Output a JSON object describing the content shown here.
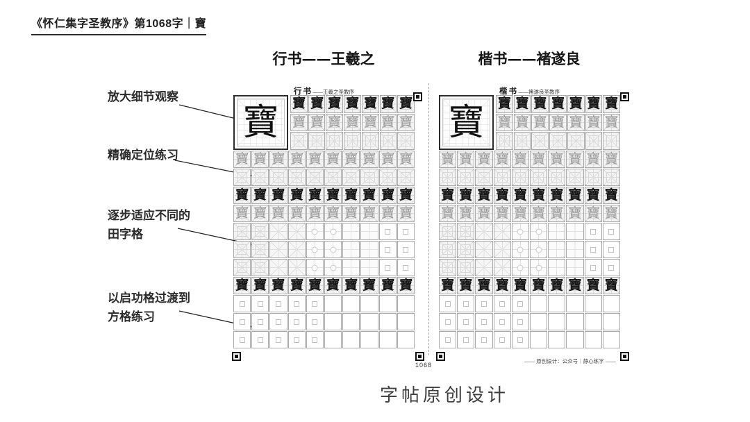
{
  "header": {
    "title": "《怀仁集字圣教序》第1068字｜寶"
  },
  "column_headings": {
    "left": "行书——王羲之",
    "right": "楷书——褚遂良"
  },
  "annotations": {
    "a1": "放大细节观察",
    "a2": "精确定位练习",
    "a3_line1": "逐步适应不同的",
    "a3_line2": "田字格",
    "a4_line1": "以启功格过渡到",
    "a4_line2": "方格练习"
  },
  "character": "寶",
  "sheets": [
    {
      "style_label": "行书",
      "subtitle": "——王羲之圣教序"
    },
    {
      "style_label": "楷书",
      "subtitle": "——褚遂良圣教序"
    }
  ],
  "sheet_spec": {
    "legend": {
      "D": "char-dark",
      "L": "char-light",
      "F": "grid-fine",
      "M": "grid-mi",
      "O": "grid-circle",
      "X": "grid-cross",
      "Q": "grid-qigong",
      "E": "empty"
    },
    "top_rows": [
      "DDDDDDD",
      "LLLLLLL",
      "FFFFFFF"
    ],
    "main_rows": [
      "LLLLLLLLLL",
      "FFFFFFFFFF",
      "DDDDDDDDDD",
      "LLLLLLLLLL",
      "FFMMOOXXQQ",
      "FFMMOOXXQQ",
      "FFMMOOXXQQ",
      "DDDDDDDDDD",
      "QQQQQEEEEE",
      "QQQQQEEEEE",
      "QQQQQEEEEE"
    ]
  },
  "page_number": "1068",
  "design_credit": "—— 原创设计：公众号｜静心练字 ——",
  "footer_title": "字帖原创设计",
  "colors": {
    "ink": "#181818",
    "light_ink": "#9b9b9b",
    "grid_line": "#dcdcdc",
    "marker": "#111111"
  }
}
